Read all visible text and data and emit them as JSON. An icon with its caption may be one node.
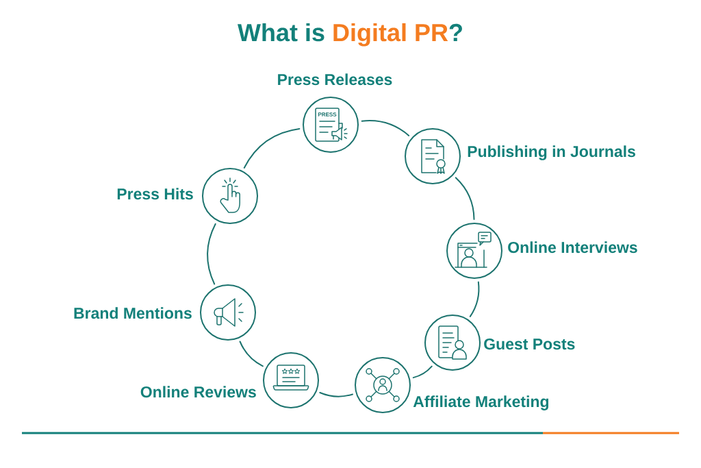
{
  "diagram": {
    "title": "What is **Digital PR**?",
    "nodes": [
      {
        "text": [
          "Press Releases",
          "PRESS"
        ]
      },
      {
        "text": [
          "Publishing in Journals"
        ]
      },
      {
        "text": [
          "Online Interviews"
        ]
      },
      {
        "text": [
          "Guest Posts"
        ]
      },
      {
        "text": [
          "Affiliate Marketing"
        ]
      },
      {
        "text": [
          "Online Reviews"
        ]
      },
      {
        "text": [
          "Brand Mentions"
        ]
      },
      {
        "text": [
          "Press Hits"
        ]
      }
    ],
    "edges": [
      {
        "from": 0,
        "to": 1,
        "arrow": "none"
      },
      {
        "from": 1,
        "to": 2,
        "arrow": "none"
      },
      {
        "from": 2,
        "to": 3,
        "arrow": "none"
      },
      {
        "from": 3,
        "to": 4,
        "arrow": "none"
      },
      {
        "from": 4,
        "to": 5,
        "arrow": "none"
      },
      {
        "from": 5,
        "to": 6,
        "arrow": "none"
      },
      {
        "from": 6,
        "to": 7,
        "arrow": "none"
      },
      {
        "from": 7,
        "to": 0,
        "arrow": "none"
      }
    ]
  }
}
